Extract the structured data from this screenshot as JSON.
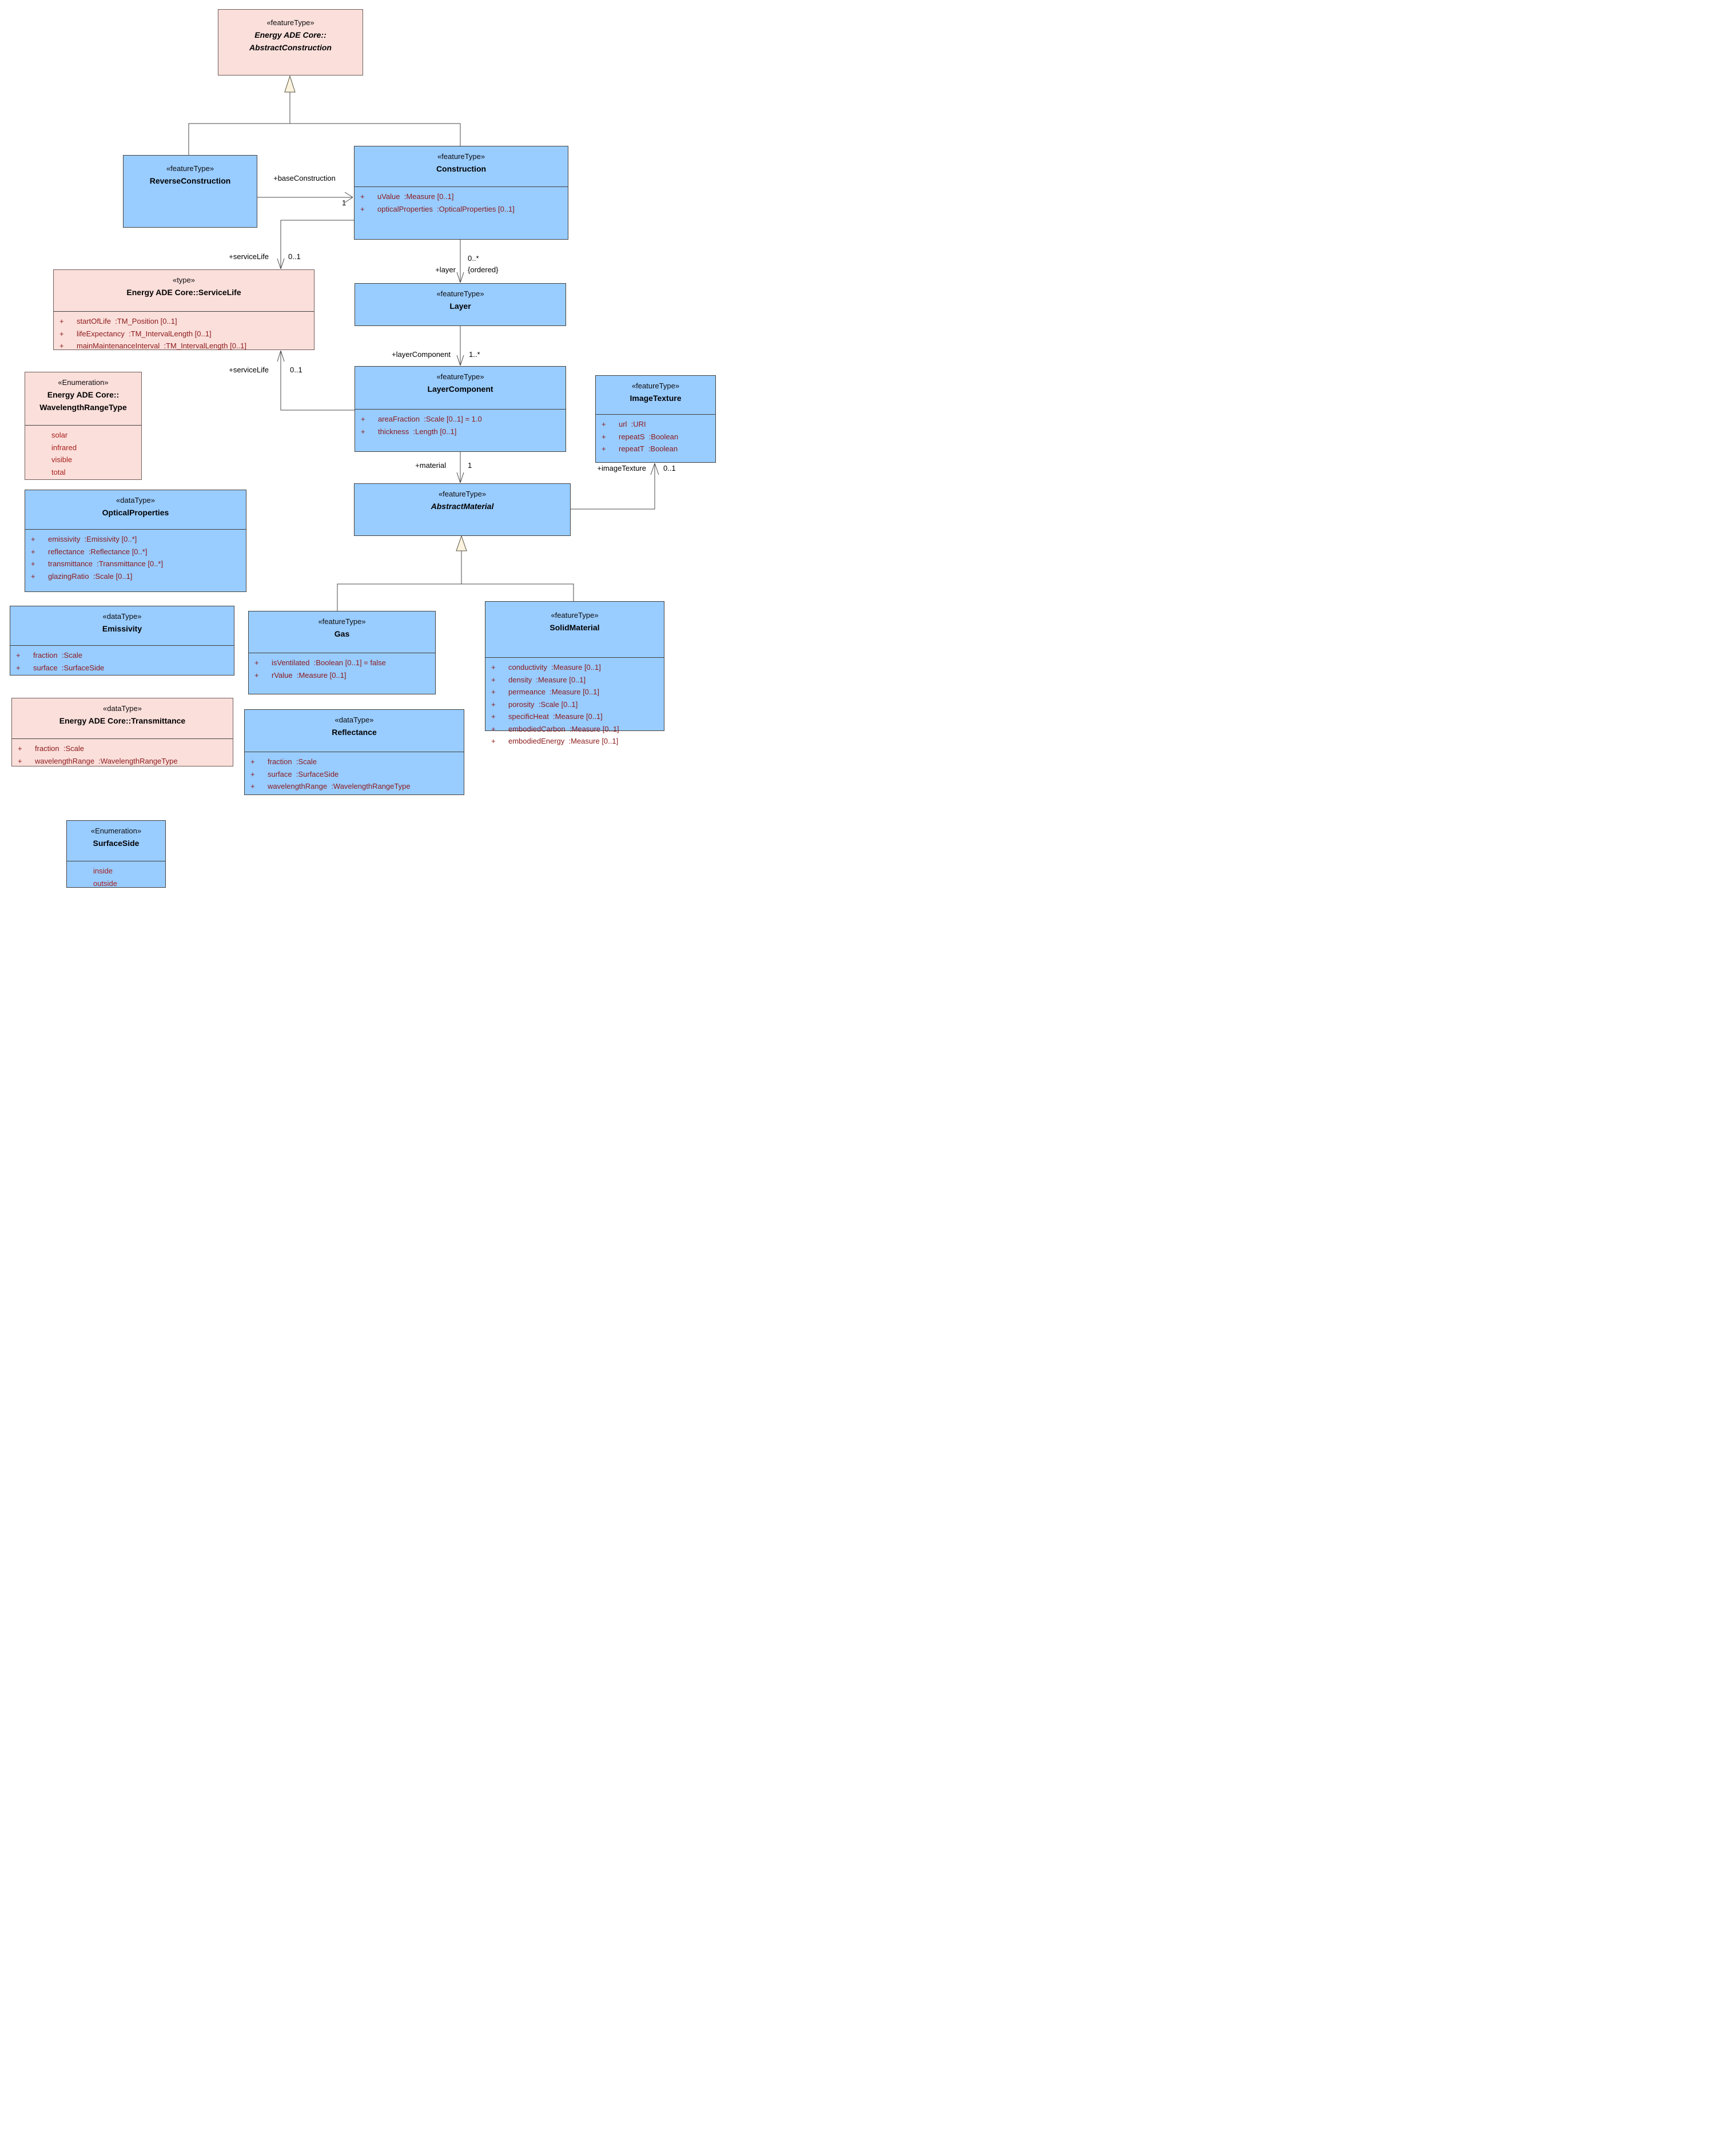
{
  "colors": {
    "class_fill_blue": "#99CCFF",
    "class_fill_pink": "#FBDFDB",
    "attribute_text": "#8B1A1A",
    "enum_literal_text": "#A61F1C",
    "generalization_triangle_fill": "#FCF3DF",
    "connector_stroke": "#4a4a4a"
  },
  "classes": {
    "abstract_construction": {
      "stereotype": "«featureType»",
      "name_line1": "Energy ADE Core::",
      "name_line2": "AbstractConstruction"
    },
    "reverse_construction": {
      "stereotype": "«featureType»",
      "name": "ReverseConstruction"
    },
    "construction": {
      "stereotype": "«featureType»",
      "name": "Construction",
      "attributes": [
        {
          "sign": "+",
          "text": "uValue  :Measure [0..1]"
        },
        {
          "sign": "+",
          "text": "opticalProperties  :OpticalProperties [0..1]"
        }
      ]
    },
    "service_life": {
      "stereotype": "«type»",
      "name": "Energy ADE Core::ServiceLife",
      "attributes": [
        {
          "sign": "+",
          "text": "startOfLife  :TM_Position [0..1]"
        },
        {
          "sign": "+",
          "text": "lifeExpectancy  :TM_IntervalLength [0..1]"
        },
        {
          "sign": "+",
          "text": "mainMaintenanceInterval  :TM_IntervalLength [0..1]"
        }
      ]
    },
    "layer": {
      "stereotype": "«featureType»",
      "name": "Layer"
    },
    "layer_component": {
      "stereotype": "«featureType»",
      "name": "LayerComponent",
      "attributes": [
        {
          "sign": "+",
          "text": "areaFraction  :Scale [0..1] = 1.0"
        },
        {
          "sign": "+",
          "text": "thickness  :Length [0..1]"
        }
      ]
    },
    "image_texture": {
      "stereotype": "«featureType»",
      "name": "ImageTexture",
      "attributes": [
        {
          "sign": "+",
          "text": "url  :URI"
        },
        {
          "sign": "+",
          "text": "repeatS  :Boolean"
        },
        {
          "sign": "+",
          "text": "repeatT  :Boolean"
        }
      ]
    },
    "wavelength_range_type": {
      "stereotype": "«Enumeration»",
      "name_line1": "Energy ADE Core::",
      "name_line2": "WavelengthRangeType",
      "literals": [
        "solar",
        "infrared",
        "visible",
        "total"
      ]
    },
    "optical_properties": {
      "stereotype": "«dataType»",
      "name": "OpticalProperties",
      "attributes": [
        {
          "sign": "+",
          "text": "emissivity  :Emissivity [0..*]"
        },
        {
          "sign": "+",
          "text": "reflectance  :Reflectance [0..*]"
        },
        {
          "sign": "+",
          "text": "transmittance  :Transmittance [0..*]"
        },
        {
          "sign": "+",
          "text": "glazingRatio  :Scale [0..1]"
        }
      ]
    },
    "abstract_material": {
      "stereotype": "«featureType»",
      "name": "AbstractMaterial"
    },
    "emissivity": {
      "stereotype": "«dataType»",
      "name": "Emissivity",
      "attributes": [
        {
          "sign": "+",
          "text": "fraction  :Scale"
        },
        {
          "sign": "+",
          "text": "surface  :SurfaceSide"
        }
      ]
    },
    "gas": {
      "stereotype": "«featureType»",
      "name": "Gas",
      "attributes": [
        {
          "sign": "+",
          "text": "isVentilated  :Boolean [0..1] = false"
        },
        {
          "sign": "+",
          "text": "rValue  :Measure [0..1]"
        }
      ]
    },
    "solid_material": {
      "stereotype": "«featureType»",
      "name": "SolidMaterial",
      "attributes": [
        {
          "sign": "+",
          "text": "conductivity  :Measure [0..1]"
        },
        {
          "sign": "+",
          "text": "density  :Measure [0..1]"
        },
        {
          "sign": "+",
          "text": "permeance  :Measure [0..1]"
        },
        {
          "sign": "+",
          "text": "porosity  :Scale [0..1]"
        },
        {
          "sign": "+",
          "text": "specificHeat  :Measure [0..1]"
        },
        {
          "sign": "+",
          "text": "embodiedCarbon  :Measure [0..1]"
        },
        {
          "sign": "+",
          "text": "embodiedEnergy  :Measure [0..1]"
        }
      ]
    },
    "transmittance": {
      "stereotype": "«dataType»",
      "name": "Energy ADE Core::Transmittance",
      "attributes": [
        {
          "sign": "+",
          "text": "fraction  :Scale"
        },
        {
          "sign": "+",
          "text": "wavelengthRange  :WavelengthRangeType"
        }
      ]
    },
    "reflectance": {
      "stereotype": "«dataType»",
      "name": "Reflectance",
      "attributes": [
        {
          "sign": "+",
          "text": "fraction  :Scale"
        },
        {
          "sign": "+",
          "text": "surface  :SurfaceSide"
        },
        {
          "sign": "+",
          "text": "wavelengthRange  :WavelengthRangeType"
        }
      ]
    },
    "surface_side": {
      "stereotype": "«Enumeration»",
      "name": "SurfaceSide",
      "literals": [
        "inside",
        "outside"
      ]
    }
  },
  "associations": {
    "base_construction": {
      "role": "+baseConstruction",
      "multiplicity": "1"
    },
    "service_life_top": {
      "role": "+serviceLife",
      "multiplicity": "0..1"
    },
    "layer": {
      "role": "+layer",
      "multiplicity": "0..*",
      "constraint": "{ordered}"
    },
    "layer_component": {
      "role": "+layerComponent",
      "multiplicity": "1..*"
    },
    "service_life_bottom": {
      "role": "+serviceLife",
      "multiplicity": "0..1"
    },
    "material": {
      "role": "+material",
      "multiplicity": "1"
    },
    "image_texture": {
      "role": "+imageTexture",
      "multiplicity": "0..1"
    }
  }
}
